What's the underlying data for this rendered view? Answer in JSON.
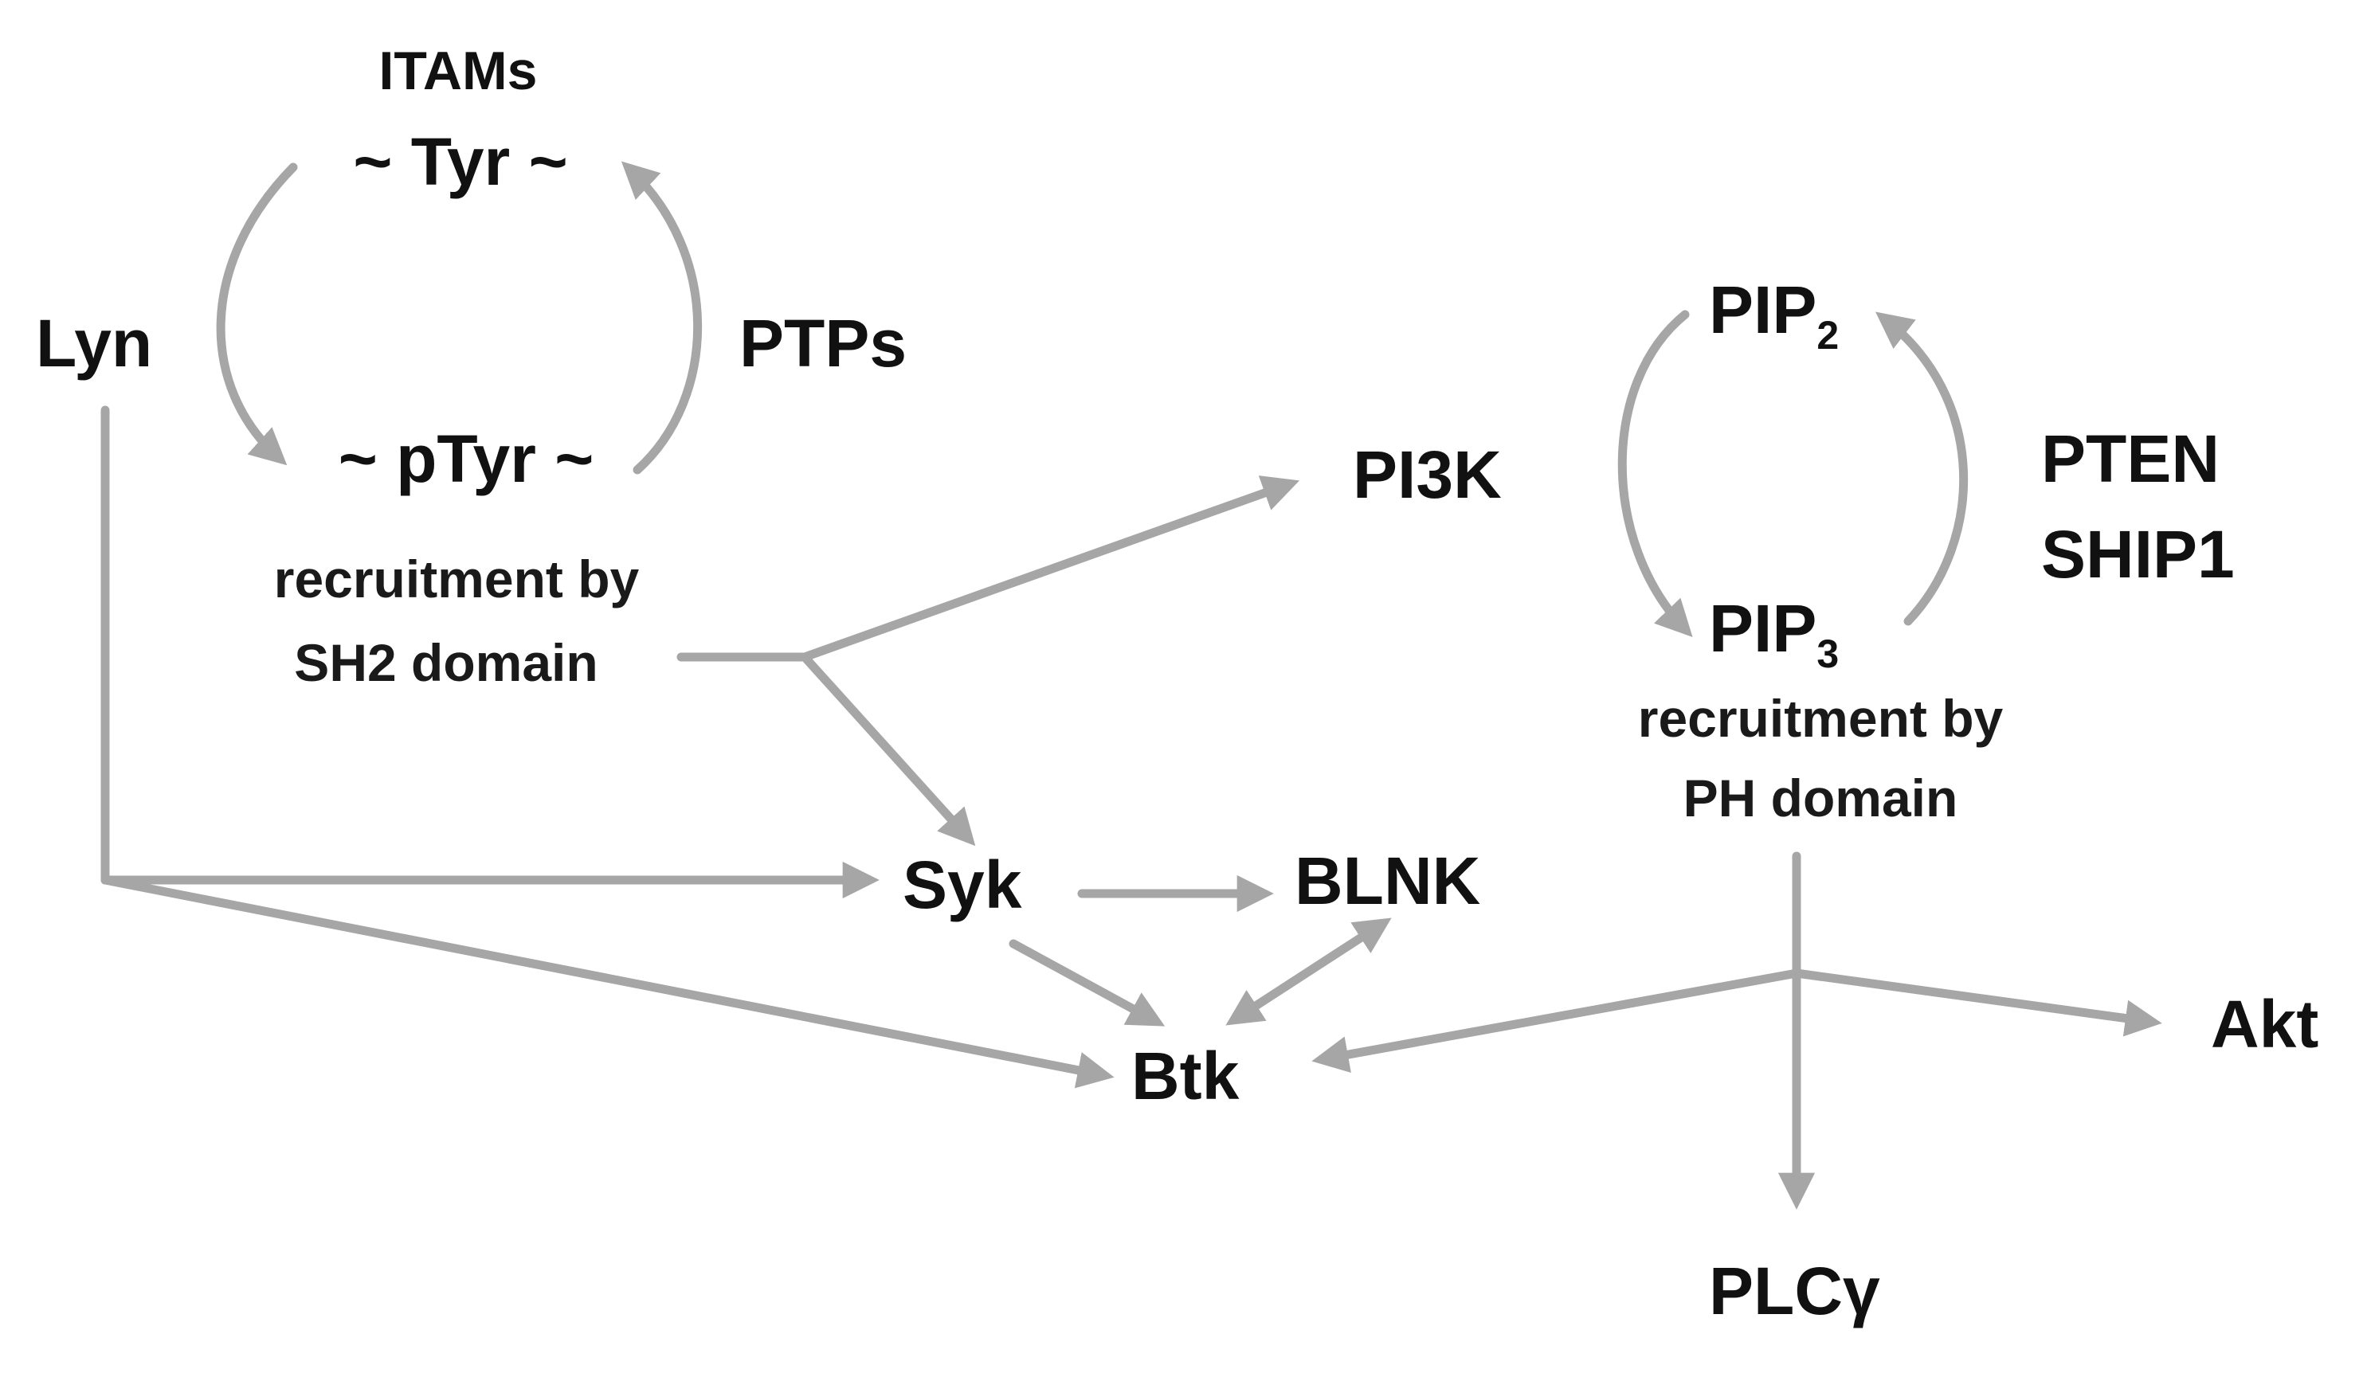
{
  "diagram": {
    "nodes": {
      "itams": "ITAMs",
      "tyr": "~ Tyr ~",
      "ptyr": "~ pTyr ~",
      "lyn": "Lyn",
      "ptps": "PTPs",
      "recruit_sh2_line1": "recruitment by",
      "recruit_sh2_line2": "SH2 domain",
      "pi3k": "PI3K",
      "pip2_main": "PIP",
      "pip2_sub": "2",
      "pip3_main": "PIP",
      "pip3_sub": "3",
      "pten": "PTEN",
      "ship1": "SHIP1",
      "recruit_ph_line1": "recruitment by",
      "recruit_ph_line2": "PH domain",
      "syk": "Syk",
      "blnk": "BLNK",
      "btk": "Btk",
      "akt": "Akt",
      "plcg": "PLCγ"
    },
    "edges": [
      {
        "from": "tyr",
        "to": "ptyr",
        "via": "lyn"
      },
      {
        "from": "ptyr",
        "to": "tyr",
        "via": "ptps"
      },
      {
        "from": "recruit_sh2",
        "to": "pi3k"
      },
      {
        "from": "recruit_sh2",
        "to": "syk"
      },
      {
        "from": "lyn",
        "to": "syk"
      },
      {
        "from": "lyn",
        "to": "btk"
      },
      {
        "from": "syk",
        "to": "blnk"
      },
      {
        "from": "syk",
        "to": "btk"
      },
      {
        "from": "blnk",
        "to": "btk",
        "bidirectional": true
      },
      {
        "from": "pip2",
        "to": "pip3",
        "via": "pi3k"
      },
      {
        "from": "pip3",
        "to": "pip2",
        "via": "pten_ship1"
      },
      {
        "from": "recruit_ph",
        "to": "btk"
      },
      {
        "from": "recruit_ph",
        "to": "akt"
      },
      {
        "from": "recruit_ph",
        "to": "plcg"
      }
    ],
    "colors": {
      "arrow": "#a6a6a6",
      "text": "#111111"
    }
  }
}
